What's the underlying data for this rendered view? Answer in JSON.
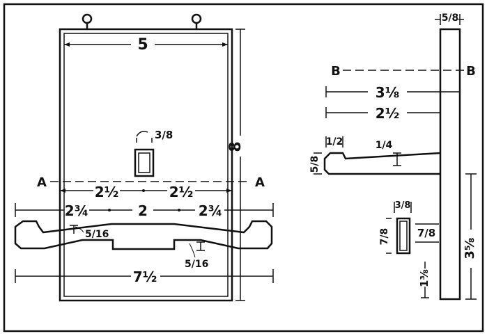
{
  "front_view": {
    "width_label": "5",
    "height_label": "8",
    "slot_label": "3/8",
    "section_line_label_left": "A",
    "section_line_label_right": "A",
    "half_left": "2½",
    "half_right": "2½",
    "span_left": "2¾",
    "span_center": "2",
    "span_right": "2¾",
    "arm_thickness_left": "5/16",
    "arm_thickness_center": "5/16",
    "overall_width": "7½"
  },
  "side_view": {
    "top_width": "5/8",
    "section_line_label_left": "B",
    "section_line_label_right": "B",
    "depth_upper": "3⅛",
    "depth_lower": "2½",
    "tip_width": "1/2",
    "taper": "1/4",
    "tip_height": "5/8",
    "small_width": "3/8",
    "small_depth": "7/8",
    "small_height": "7/8",
    "lower_height": "3⅝",
    "bottom_offset": "1⅜"
  }
}
